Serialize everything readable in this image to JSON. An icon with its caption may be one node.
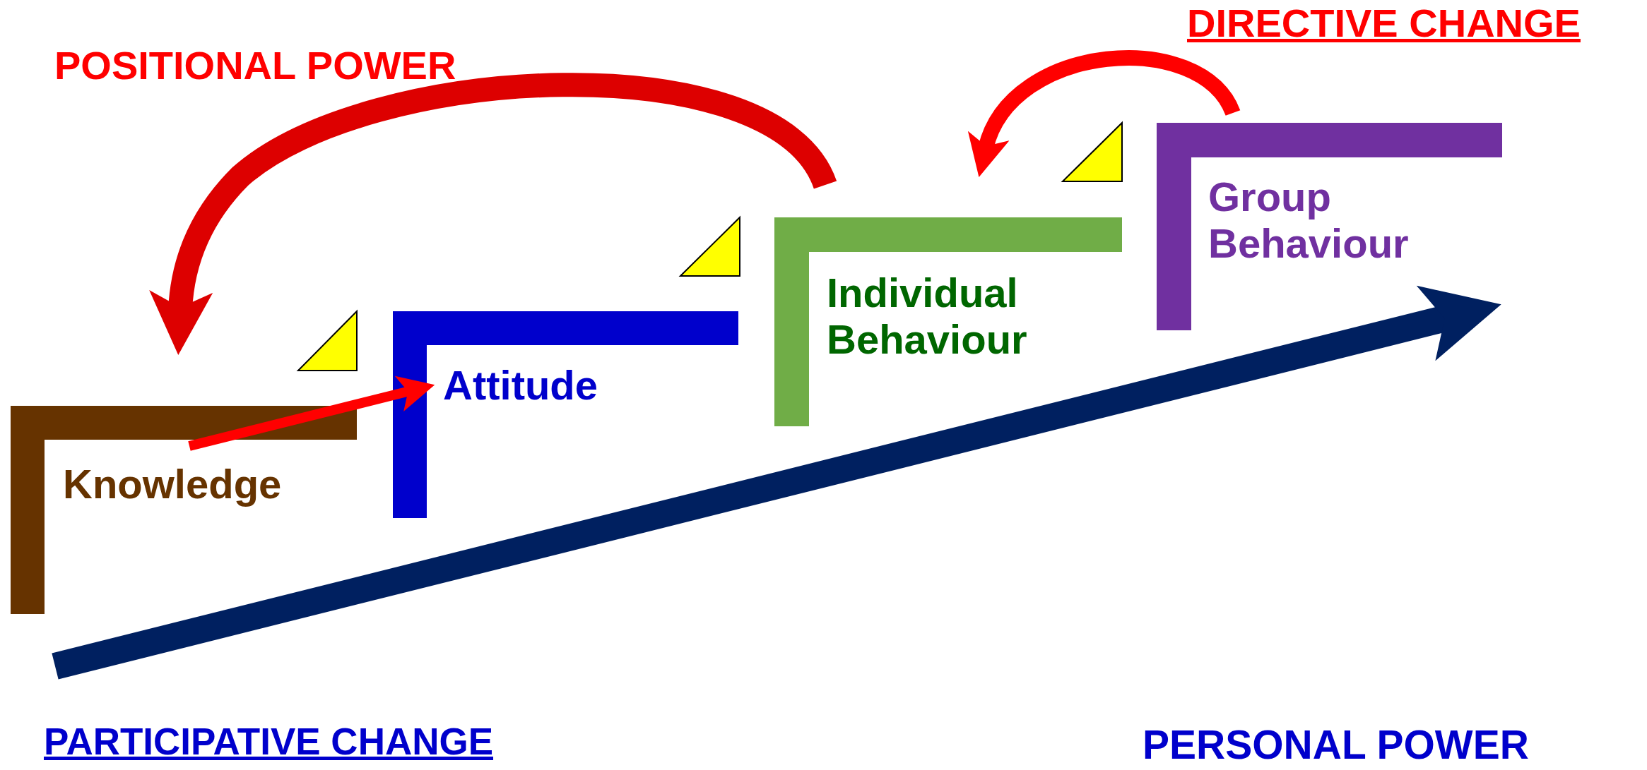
{
  "diagram": {
    "nodes": [
      {
        "text": [
          "Knowledge"
        ]
      },
      {
        "text": [
          "Attitude"
        ]
      },
      {
        "text": [
          "Individual Behaviour"
        ]
      },
      {
        "text": [
          "Group Behaviour"
        ]
      }
    ],
    "edges": [
      {
        "from": 0,
        "to": 1,
        "arrow": "to"
      },
      {
        "from": 2,
        "to": 0,
        "arrow": "to"
      },
      {
        "from": 3,
        "to": 2,
        "arrow": "to"
      }
    ],
    "labels": [
      "DIRECTIVE CHANGE",
      "POSITIONAL POWER",
      "PARTICIPATIVE CHANGE",
      "PERSONAL POWER"
    ]
  }
}
